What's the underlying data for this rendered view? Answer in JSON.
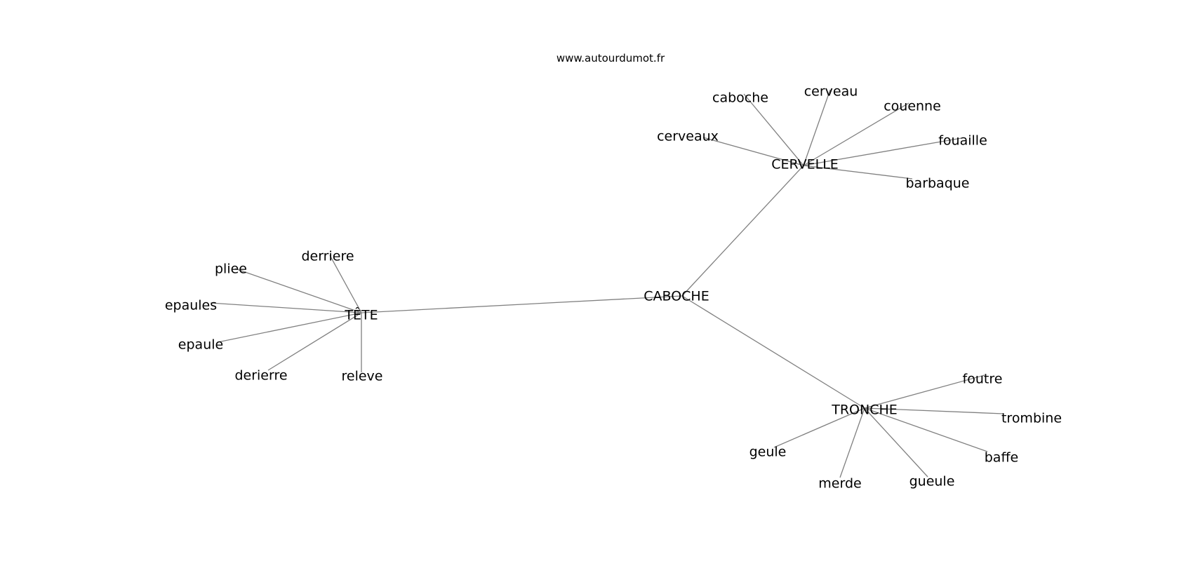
{
  "watermark": "www.autourdumot.fr",
  "graph": {
    "center": "CABOCHE",
    "hubs": [
      {
        "label": "TÊTE",
        "leaves": [
          "derriere",
          "pliee",
          "epaules",
          "epaule",
          "derierre",
          "releve"
        ]
      },
      {
        "label": "CERVELLE",
        "leaves": [
          "caboche",
          "cerveau",
          "couenne",
          "cerveaux",
          "fouaille",
          "barbaque"
        ]
      },
      {
        "label": "TRONCHE",
        "leaves": [
          "foutre",
          "trombine",
          "geule",
          "baffe",
          "merde",
          "gueule"
        ]
      }
    ]
  }
}
